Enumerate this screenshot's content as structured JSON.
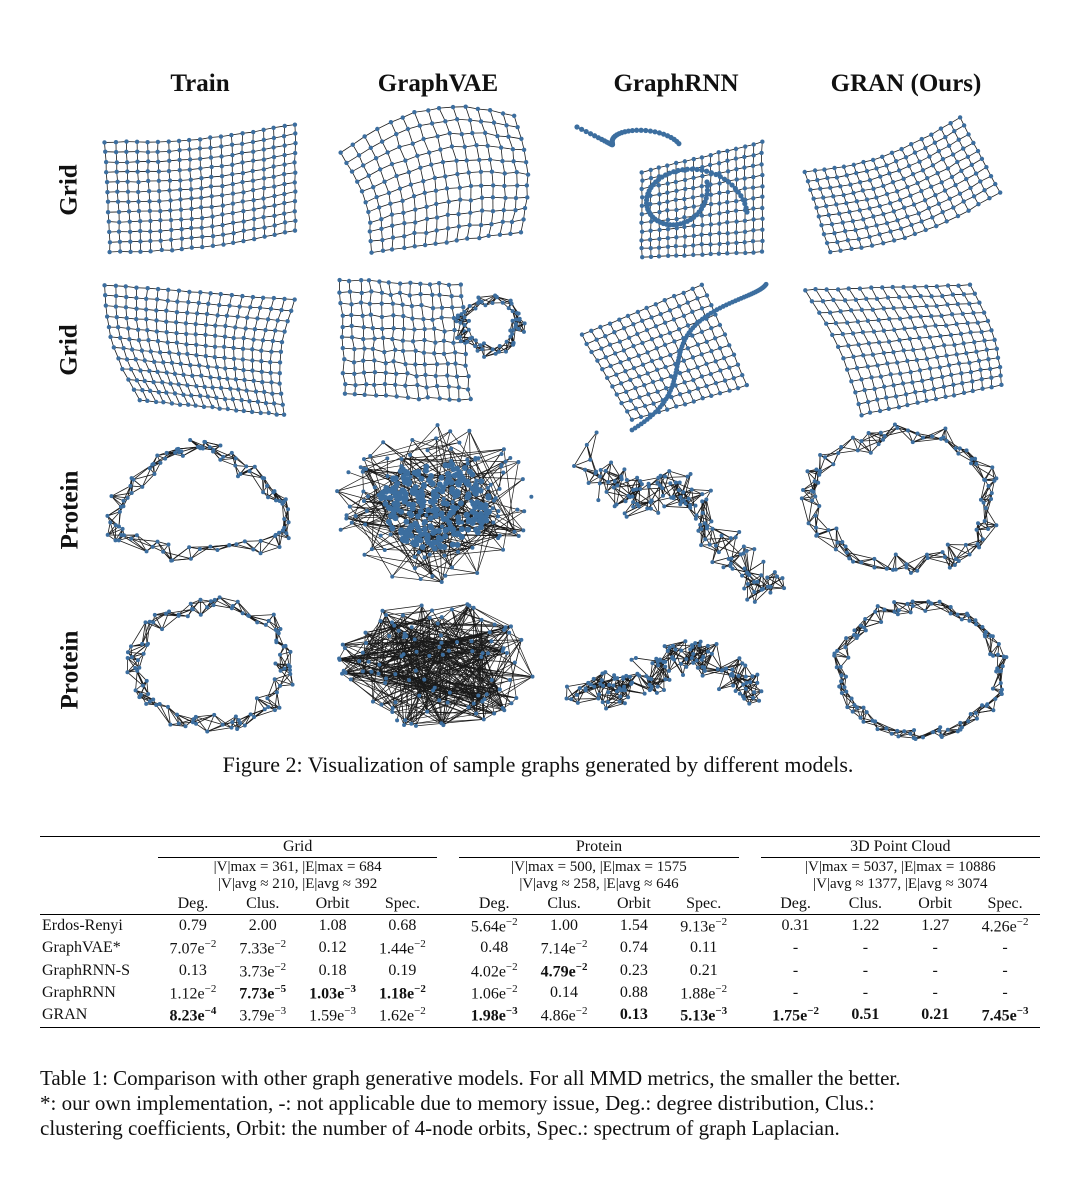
{
  "figure": {
    "column_headers": [
      "Train",
      "GraphVAE",
      "GraphRNN",
      "GRAN (Ours)"
    ],
    "row_labels": [
      "Grid",
      "Grid",
      "Protein",
      "Protein"
    ],
    "caption": "Figure 2: Visualization of sample graphs generated by different models.",
    "node_color": "#3c6e9f",
    "edge_color": "#1a1a1a"
  },
  "table": {
    "groups": [
      {
        "name": "Grid",
        "stat_line1": "|V|max = 361, |E|max = 684",
        "stat_line2": "|V|avg ≈ 210, |E|avg ≈ 392"
      },
      {
        "name": "Protein",
        "stat_line1": "|V|max = 500, |E|max = 1575",
        "stat_line2": "|V|avg ≈ 258, |E|avg ≈ 646"
      },
      {
        "name": "3D Point Cloud",
        "stat_line1": "|V|max = 5037, |E|max = 10886",
        "stat_line2": "|V|avg ≈ 1377, |E|avg ≈ 3074"
      }
    ],
    "metrics": [
      "Deg.",
      "Clus.",
      "Orbit",
      "Spec."
    ],
    "rows": [
      {
        "model": "Erdos-Renyi",
        "values": [
          "0.79",
          "2.00",
          "1.08",
          "0.68",
          "5.64e−2",
          "1.00",
          "1.54",
          "9.13e−2",
          "0.31",
          "1.22",
          "1.27",
          "4.26e−2"
        ],
        "bold": []
      },
      {
        "model": "GraphVAE*",
        "values": [
          "7.07e−2",
          "7.33e−2",
          "0.12",
          "1.44e−2",
          "0.48",
          "7.14e−2",
          "0.74",
          "0.11",
          "-",
          "-",
          "-",
          "-"
        ],
        "bold": []
      },
      {
        "model": "GraphRNN-S",
        "values": [
          "0.13",
          "3.73e−2",
          "0.18",
          "0.19",
          "4.02e−2",
          "4.79e−2",
          "0.23",
          "0.21",
          "-",
          "-",
          "-",
          "-"
        ],
        "bold": [
          5
        ]
      },
      {
        "model": "GraphRNN",
        "values": [
          "1.12e−2",
          "7.73e−5",
          "1.03e−3",
          "1.18e−2",
          "1.06e−2",
          "0.14",
          "0.88",
          "1.88e−2",
          "-",
          "-",
          "-",
          "-"
        ],
        "bold": [
          1,
          2,
          3
        ]
      },
      {
        "model": "GRAN",
        "values": [
          "8.23e−4",
          "3.79e−3",
          "1.59e−3",
          "1.62e−2",
          "1.98e−3",
          "4.86e−2",
          "0.13",
          "5.13e−3",
          "1.75e−2",
          "0.51",
          "0.21",
          "7.45e−3"
        ],
        "bold": [
          0,
          4,
          6,
          7,
          8,
          9,
          10,
          11
        ]
      }
    ],
    "caption_lines": [
      "Table 1: Comparison with other graph generative models. For all MMD metrics, the smaller the better.",
      "*: our own implementation, -: not applicable due to memory issue, Deg.: degree distribution, Clus.:",
      "clustering coefficients, Orbit: the number of 4-node orbits, Spec.: spectrum of graph Laplacian."
    ]
  }
}
